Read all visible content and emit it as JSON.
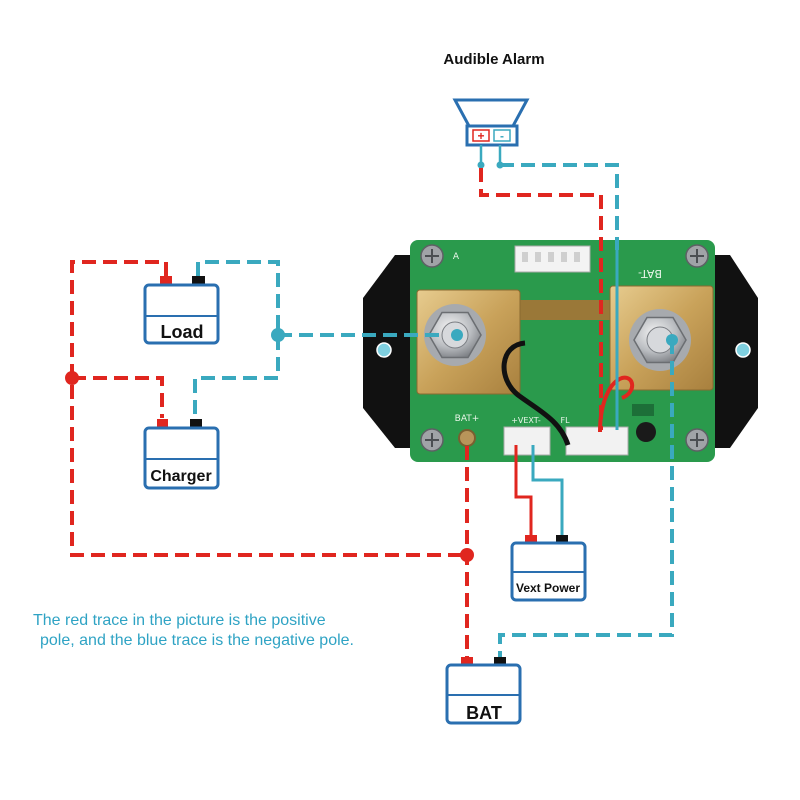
{
  "alarm": {
    "title": "Audible Alarm",
    "plus": "+",
    "minus": "-",
    "icon": "speaker-icon"
  },
  "boxes": {
    "load": "Load",
    "charger": "Charger",
    "vext": "Vext Power",
    "bat": "BAT"
  },
  "pcb": {
    "label_a": "A",
    "bat_minus": "BAT-",
    "bat_plus": "BAT+",
    "vext": "+VEXT-",
    "fl": "FL"
  },
  "caption": {
    "line1": "The red trace in the picture is the positive",
    "line2": "pole, and the blue trace is the negative pole."
  },
  "colors": {
    "positive": "#e0261f",
    "negative": "#3aa9bf",
    "box_border": "#2a6fb0",
    "caption": "#2fa3c4",
    "pcb": "#2a9a4c"
  }
}
